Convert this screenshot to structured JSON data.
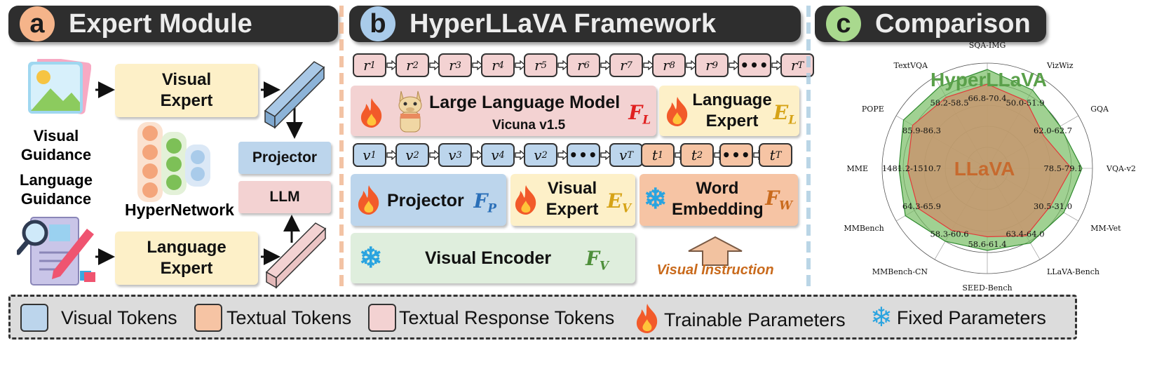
{
  "panels": {
    "a": {
      "letter": "a",
      "title": "Expert Module"
    },
    "b": {
      "letter": "b",
      "title": "HyperLLaVA Framework"
    },
    "c": {
      "letter": "c",
      "title": "Comparison"
    }
  },
  "expert_module": {
    "visual_guidance": "Visual\nGuidance",
    "language_guidance": "Language\nGuidance",
    "visual_expert": "Visual\nExpert",
    "language_expert": "Language\nExpert",
    "hypernetwork": "HyperNetwork",
    "projector": "Projector",
    "llm": "LLM"
  },
  "framework": {
    "response_tokens": [
      {
        "base": "r",
        "sub": "1"
      },
      {
        "base": "r",
        "sub": "2"
      },
      {
        "base": "r",
        "sub": "3"
      },
      {
        "base": "r",
        "sub": "4"
      },
      {
        "base": "r",
        "sub": "5"
      },
      {
        "base": "r",
        "sub": "6"
      },
      {
        "base": "r",
        "sub": "7"
      },
      {
        "base": "r",
        "sub": "8"
      },
      {
        "base": "r",
        "sub": "9"
      },
      {
        "base": "•••",
        "sub": ""
      },
      {
        "base": "r",
        "sub": "T"
      }
    ],
    "visual_tokens": [
      {
        "base": "v",
        "sub": "1"
      },
      {
        "base": "v",
        "sub": "2"
      },
      {
        "base": "v",
        "sub": "3"
      },
      {
        "base": "v",
        "sub": "4"
      },
      {
        "base": "v",
        "sub": "2"
      },
      {
        "base": "•••",
        "sub": ""
      },
      {
        "base": "v",
        "sub": "T"
      }
    ],
    "text_tokens": [
      {
        "base": "t",
        "sub": "1"
      },
      {
        "base": "t",
        "sub": "2"
      },
      {
        "base": "•••",
        "sub": ""
      },
      {
        "base": "t",
        "sub": "T"
      }
    ],
    "llm_title": "Large Language Model",
    "llm_subtitle": "Vicuna v1.5",
    "llm_symbol": {
      "base": "F",
      "sub": "L"
    },
    "language_expert": "Language\nExpert",
    "language_expert_symbol": {
      "base": "E",
      "sub": "L"
    },
    "projector": "Projector",
    "projector_symbol": {
      "base": "F",
      "sub": "P"
    },
    "visual_expert": "Visual\nExpert",
    "visual_expert_symbol": {
      "base": "E",
      "sub": "V"
    },
    "word_embedding": "Word\nEmbedding",
    "word_embedding_symbol": {
      "base": "F",
      "sub": "W"
    },
    "visual_encoder": "Visual Encoder",
    "visual_encoder_symbol": {
      "base": "F",
      "sub": "V"
    },
    "visual_instruction": "Visual Instruction"
  },
  "legend": {
    "visual_tokens": "Visual Tokens",
    "textual_tokens": "Textual Tokens",
    "textual_response_tokens": "Textual Response Tokens",
    "trainable": "Trainable Parameters",
    "fixed": "Fixed Parameters"
  },
  "colors": {
    "visual": "#bcd5ec",
    "textual": "#f6c4a4",
    "response": "#f3d2d2",
    "expert": "#fdf0c8",
    "encoder": "#dfeedd",
    "hyperllava": "#5aa04a",
    "llava": "#c76a2e",
    "accent_orange": "#c96a1c",
    "header": "#2e2e2e"
  },
  "chart_data": {
    "type": "radar",
    "axes": [
      "SQA-IMG",
      "VizWiz",
      "GQA",
      "VQA-v2",
      "MM-Vet",
      "LLaVA-Bench",
      "SEED-Bench",
      "MMBench-CN",
      "MMBench",
      "MME",
      "POPE",
      "TextVQA"
    ],
    "range_labels": [
      "",
      "50.0-51.9",
      "62.0-62.7",
      "78.5-79.1",
      "30.5-31.0",
      "63.4-64.0",
      "58.6-61.4",
      "58.3-60.6",
      "64.3-65.9",
      "1481.2-1510.7",
      "85.9-86.3",
      "58.2-58.5"
    ],
    "top_label": "66.8-70.4",
    "series": [
      {
        "name": "HyperLLaVA",
        "color": "#5aa04a",
        "values": [
          0.94,
          0.86,
          0.8,
          0.9,
          0.84,
          0.82,
          0.78,
          0.8,
          0.9,
          0.84,
          0.92,
          0.9
        ]
      },
      {
        "name": "LLaVA",
        "color": "#c76a2e",
        "values": [
          0.8,
          0.74,
          0.62,
          0.8,
          0.7,
          0.74,
          0.65,
          0.68,
          0.76,
          0.76,
          0.82,
          0.78
        ]
      }
    ]
  }
}
